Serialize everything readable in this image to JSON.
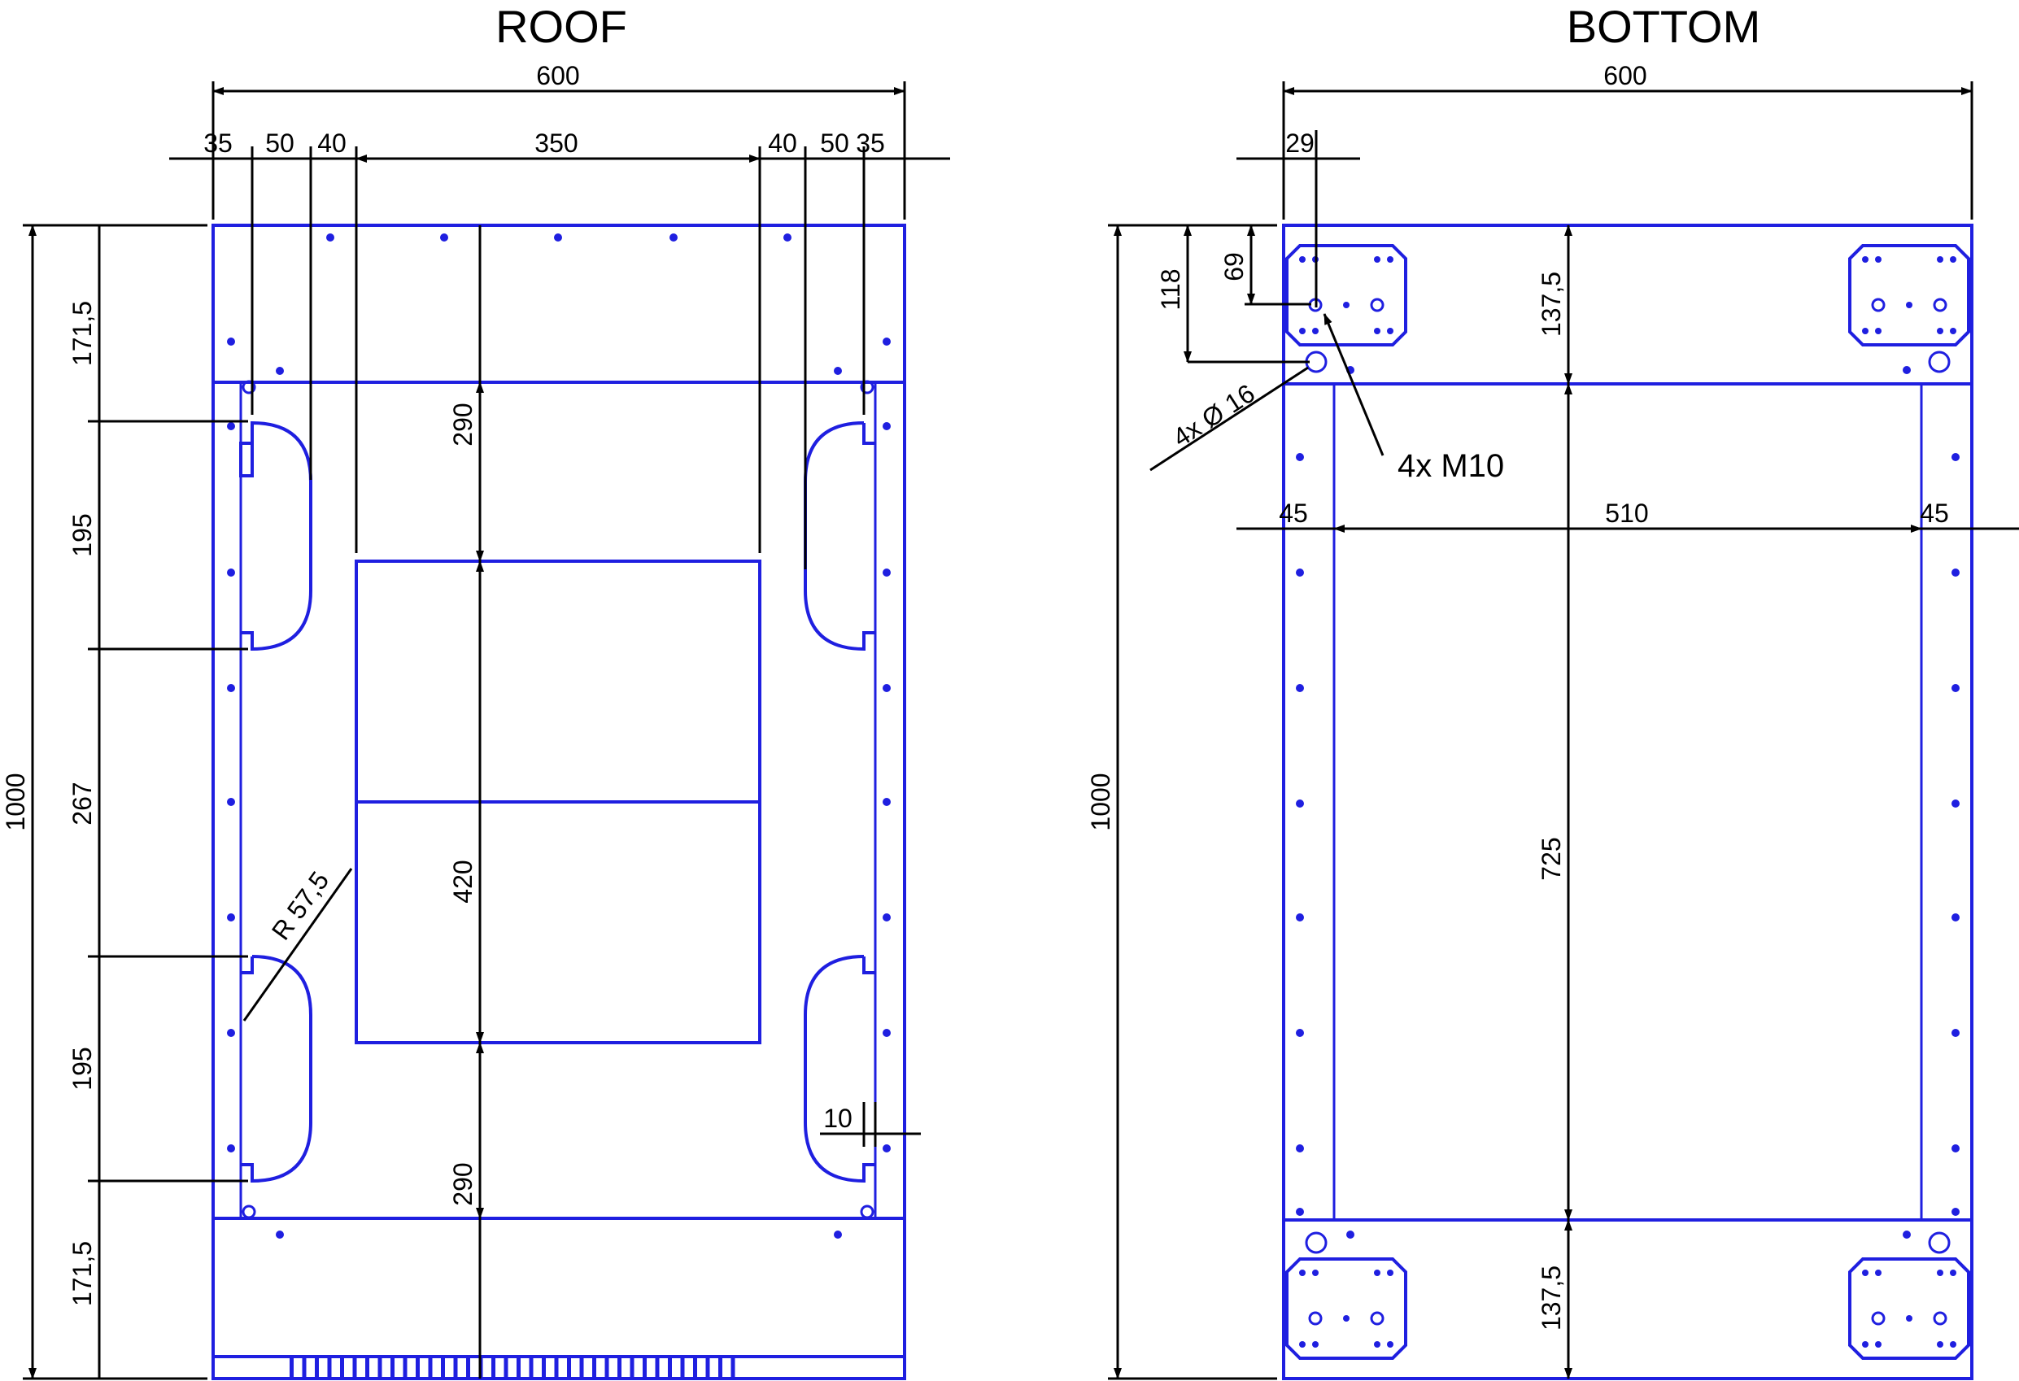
{
  "roof": {
    "title": "ROOF",
    "width_total": "600",
    "top_dims": [
      "35",
      "50",
      "40",
      "350",
      "40",
      "50",
      "35"
    ],
    "left_dims": [
      "171,5",
      "195",
      "267",
      "195",
      "171,5"
    ],
    "height_total": "1000",
    "center_dims": [
      "290",
      "420",
      "290"
    ],
    "radius_label": "R 57,5",
    "small_dim": "10"
  },
  "bottom": {
    "title": "BOTTOM",
    "width_total": "600",
    "offset_x": "29",
    "offset_118": "118",
    "offset_69": "69",
    "hole_label": "4x Ø 16",
    "thread_label": "4x M10",
    "rail_dims": [
      "45",
      "510",
      "45"
    ],
    "height_total": "1000",
    "center_dims": [
      "137,5",
      "725",
      "137,5"
    ]
  },
  "colors": {
    "outline": "#1f1fe0",
    "dimension": "#000000"
  }
}
